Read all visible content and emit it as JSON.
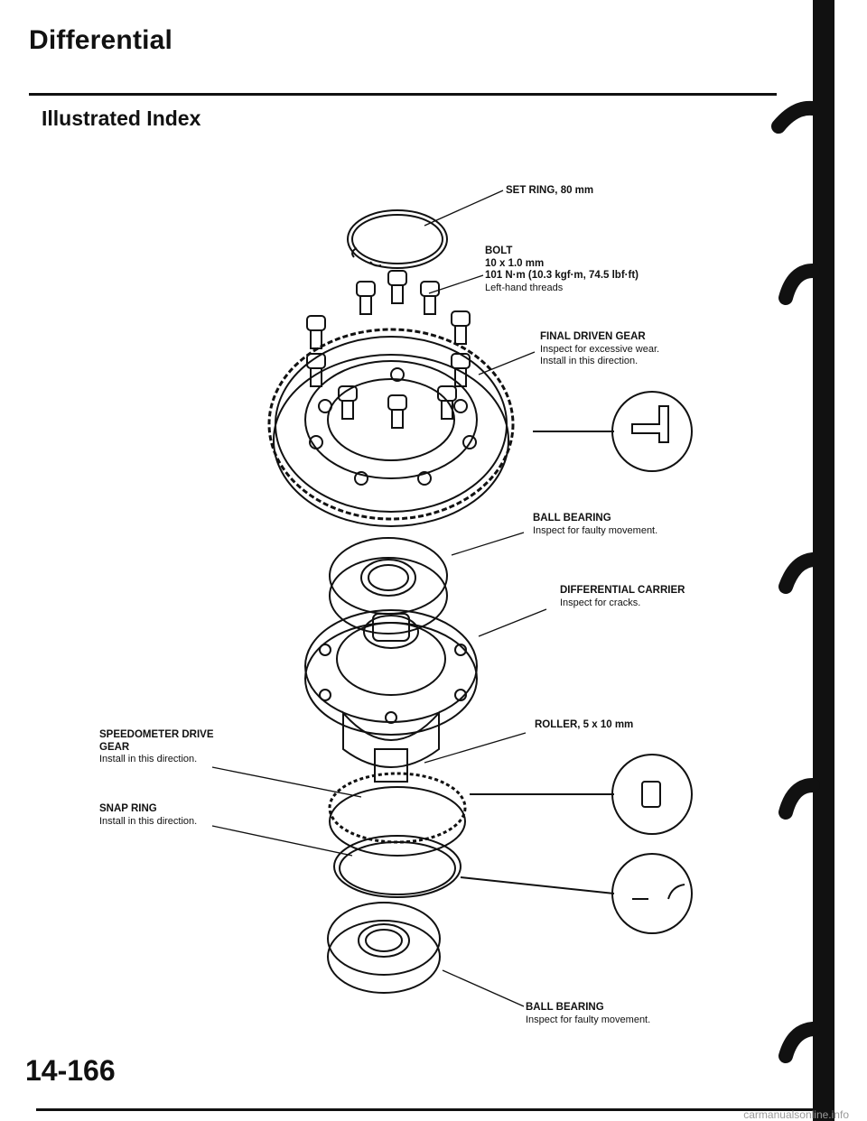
{
  "header": {
    "title": "Differential",
    "subtitle": "Illustrated Index"
  },
  "labels": {
    "set_ring": {
      "name": "SET RING, 80 mm"
    },
    "bolt": {
      "name": "BOLT",
      "lines": [
        "10 x 1.0 mm",
        "101 N·m (10.3 kgf·m, 74.5 lbf·ft)",
        "Left-hand threads"
      ]
    },
    "final_driven_gear": {
      "name": "FINAL DRIVEN GEAR",
      "lines": [
        "Inspect for excessive wear.",
        "Install in this direction."
      ]
    },
    "ball_bearing_top": {
      "name": "BALL BEARING",
      "lines": [
        "Inspect for faulty movement."
      ]
    },
    "differential_carrier": {
      "name": "DIFFERENTIAL CARRIER",
      "lines": [
        "Inspect for cracks."
      ]
    },
    "roller": {
      "name": "ROLLER, 5 x 10 mm"
    },
    "speedometer_drive_gear": {
      "name": "SPEEDOMETER DRIVE",
      "name2": "GEAR",
      "lines": [
        "Install in this direction."
      ]
    },
    "snap_ring": {
      "name": "SNAP RING",
      "lines": [
        "Install in this direction."
      ]
    },
    "ball_bearing_bottom": {
      "name": "BALL BEARING",
      "lines": [
        "Inspect for faulty movement."
      ]
    }
  },
  "page_number": "14-166",
  "footer_url": "carmanualsonline.info",
  "colors": {
    "ink": "#111111",
    "paper": "#ffffff",
    "watermark": "#9a9a9a"
  }
}
